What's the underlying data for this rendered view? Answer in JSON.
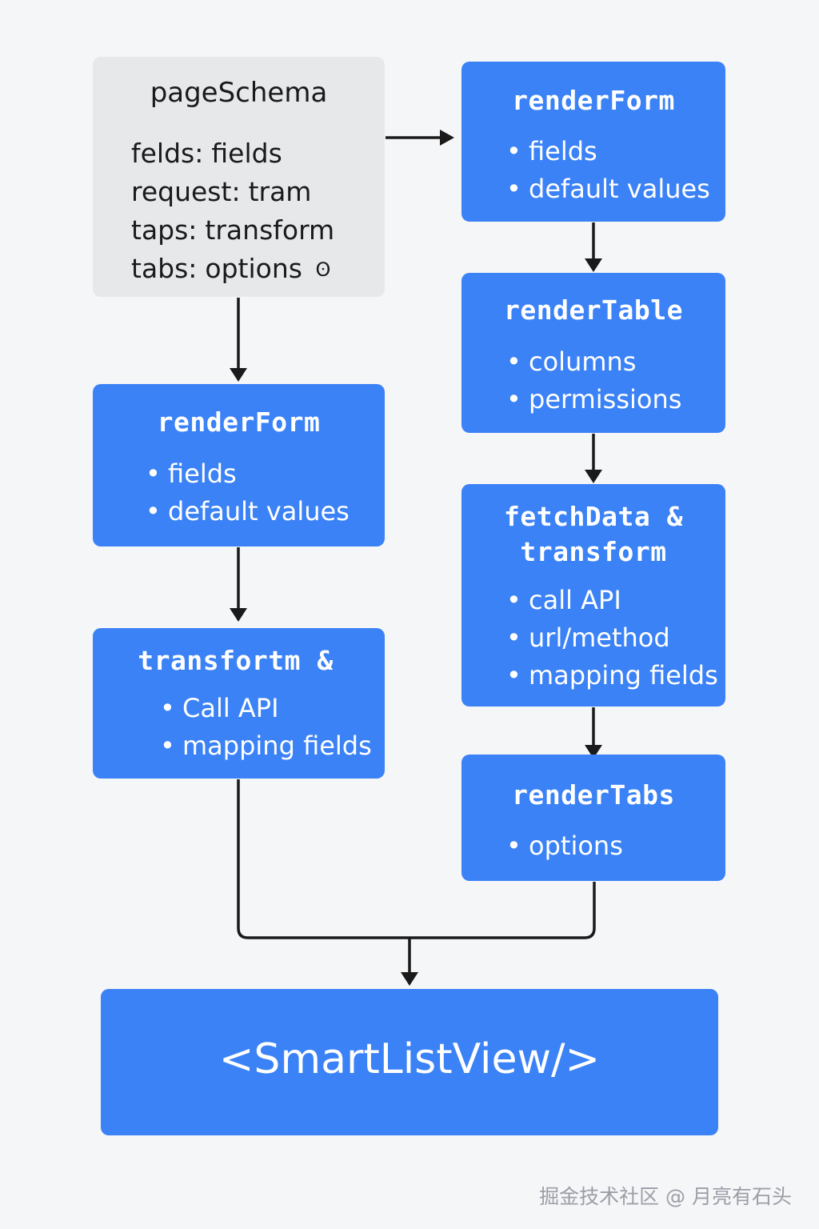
{
  "schema": {
    "title": "pageSchema",
    "lines": [
      {
        "key": "felds:",
        "value": "fields",
        "icon": ""
      },
      {
        "key": "request:",
        "value": "tram",
        "icon": ""
      },
      {
        "key": "taps:",
        "value": "transform",
        "icon": ""
      },
      {
        "key": "tabs:",
        "value": "options",
        "icon": "ʘ"
      }
    ]
  },
  "left": {
    "form": {
      "title": "renderForm",
      "items": [
        "fields",
        "default values"
      ]
    },
    "transform": {
      "title": "transfortm &",
      "items": [
        "Call API",
        "mapping fields"
      ]
    }
  },
  "right": {
    "form": {
      "title": "renderForm",
      "items": [
        "fields",
        "default values"
      ]
    },
    "table": {
      "title": "renderTable",
      "items": [
        "columns",
        "permissions"
      ]
    },
    "fetch": {
      "title_line1": "fetchData &",
      "title_line2": "transform",
      "items": [
        "call API",
        "url/method",
        "mapping fields"
      ]
    },
    "tabs": {
      "title": "renderTabs",
      "items": [
        "options"
      ]
    }
  },
  "output": {
    "title": "<SmartListView/>"
  },
  "watermark": "掘金技术社区 @ 月亮有石头",
  "colors": {
    "box": "#3b82f6",
    "schema_box": "#e7e8ea",
    "background": "#f5f6f8",
    "arrow": "#1a1a1a"
  }
}
